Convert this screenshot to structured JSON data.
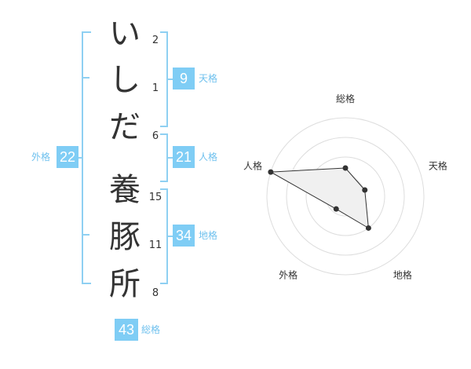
{
  "characters": [
    {
      "char": "い",
      "strokes": "2"
    },
    {
      "char": "し",
      "strokes": "1"
    },
    {
      "char": "だ",
      "strokes": "6"
    },
    {
      "char": "養",
      "strokes": "15"
    },
    {
      "char": "豚",
      "strokes": "11"
    },
    {
      "char": "所",
      "strokes": "8"
    }
  ],
  "kakusu": {
    "tenkaku": {
      "value": "9",
      "label": "天格"
    },
    "jinkaku": {
      "value": "21",
      "label": "人格"
    },
    "chikaku": {
      "value": "34",
      "label": "地格"
    },
    "gaikaku": {
      "value": "22",
      "label": "外格"
    },
    "soukaku": {
      "value": "43",
      "label": "総格"
    }
  },
  "colors": {
    "accent": "#7fcdf5",
    "bracket": "#8fd0f2",
    "label": "#6fc1ee"
  },
  "chart_data": {
    "type": "radar",
    "axes": [
      "総格",
      "天格",
      "地格",
      "外格",
      "人格"
    ],
    "values": [
      0.36,
      0.26,
      0.5,
      0.2,
      1.0
    ],
    "rmax": 1.0,
    "rings": 4
  }
}
